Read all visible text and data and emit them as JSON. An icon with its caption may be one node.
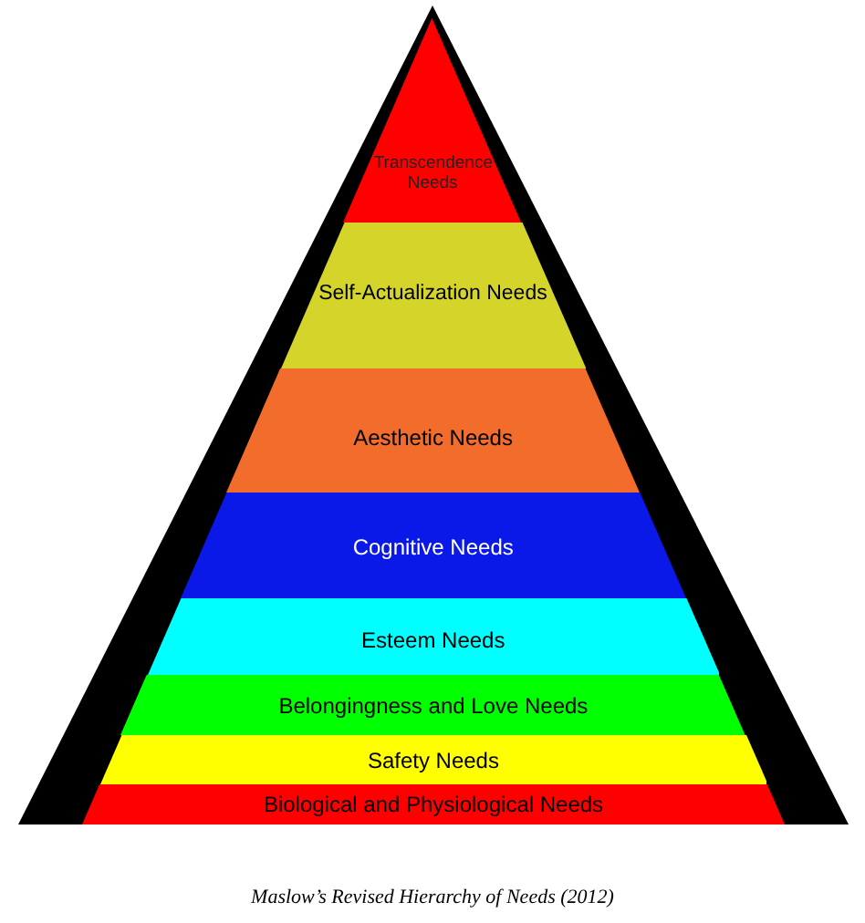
{
  "diagram": {
    "caption": "Maslow’s Revised Hierarchy of Needs (2012)",
    "nodes": [
      {
        "text": [
          "Transcendence Needs"
        ]
      },
      {
        "text": [
          "Self-Actualization Needs"
        ]
      },
      {
        "text": [
          "Aesthetic Needs"
        ]
      },
      {
        "text": [
          "Cognitive Needs"
        ]
      },
      {
        "text": [
          "Esteem Needs"
        ]
      },
      {
        "text": [
          "Belongingness and Love Needs"
        ]
      },
      {
        "text": [
          "Safety Needs"
        ]
      },
      {
        "text": [
          "Biological and Physiological Needs"
        ]
      }
    ],
    "edges": []
  }
}
